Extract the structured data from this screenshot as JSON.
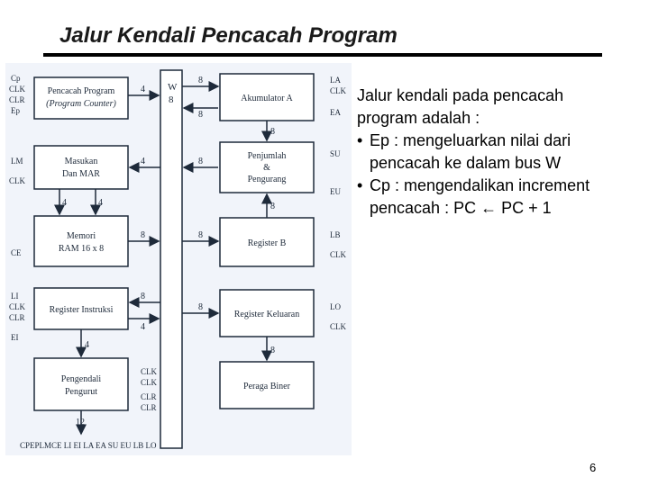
{
  "slide": {
    "title": "Jalur Kendali Pencacah Program",
    "page_number": "6"
  },
  "text_panel": {
    "intro": "Jalur kendali pada pencacah program adalah :",
    "bullets": [
      "Ep : mengeluarkan nilai dari pencacah ke dalam bus W",
      "Cp : mengendalikan increment pencacah : PC ← PC + 1"
    ]
  },
  "diagram": {
    "bus_label": "W",
    "bus_width": "8",
    "blocks": {
      "pc_line1": "Pencacah Program",
      "pc_line2": "(Program Counter)",
      "mar_line1": "Masukan",
      "mar_line2": "Dan MAR",
      "ram_line1": "Memori",
      "ram_line2": "RAM 16 x 8",
      "ir": "Register Instruksi",
      "ctrl_line1": "Pengendali",
      "ctrl_line2": "Pengurut",
      "acc": "Akumulator A",
      "alu_line1": "Penjumlah",
      "alu_line2": "&",
      "alu_line3": "Pengurang",
      "regb": "Register B",
      "out": "Register Keluaran",
      "disp": "Peraga Biner"
    },
    "signals": {
      "cp": "Cp",
      "clk": "CLK",
      "clr": "CLR",
      "ep": "Ep",
      "lm": "LM",
      "ce": "CE",
      "li": "LI",
      "ei": "EI",
      "la": "LA",
      "ea": "EA",
      "su": "SU",
      "eu": "EU",
      "lb": "LB",
      "lo": "LO"
    },
    "widths": {
      "w4": "4",
      "w8": "8",
      "w12": "12"
    },
    "control_word": "CPEPLMCE  LI EI LA EA  SU EU LB LO"
  }
}
